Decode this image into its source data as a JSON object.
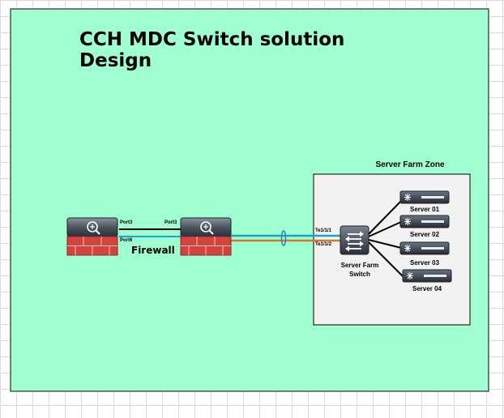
{
  "title": "CCH MDC Switch solution Design",
  "zone": {
    "label": "Server Farm Zone"
  },
  "firewall": {
    "label": "Firewall",
    "port_a_left": "Port3",
    "port_b_left": "Port6",
    "port_a_right": "Port3"
  },
  "switch": {
    "label_line1": "Server Farm",
    "label_line2": "Switch",
    "port_1": "Te1/1/1",
    "port_2": "Te1/1/2"
  },
  "servers": [
    {
      "label": "Server 01"
    },
    {
      "label": "Server 02"
    },
    {
      "label": "Server 03"
    },
    {
      "label": "Server 04"
    }
  ],
  "colors": {
    "design_area": "#a0ffd0",
    "zone_fill": "#f2f2f2",
    "link_blue": "#1aa3c9",
    "link_orange": "#d07a2e",
    "link_black": "#000000",
    "firewall_red": "#d2453e",
    "device_dark": "#3d4550"
  },
  "icons": {
    "firewall": "firewall-icon",
    "switch": "layer2-switch-icon",
    "server": "server-icon"
  }
}
